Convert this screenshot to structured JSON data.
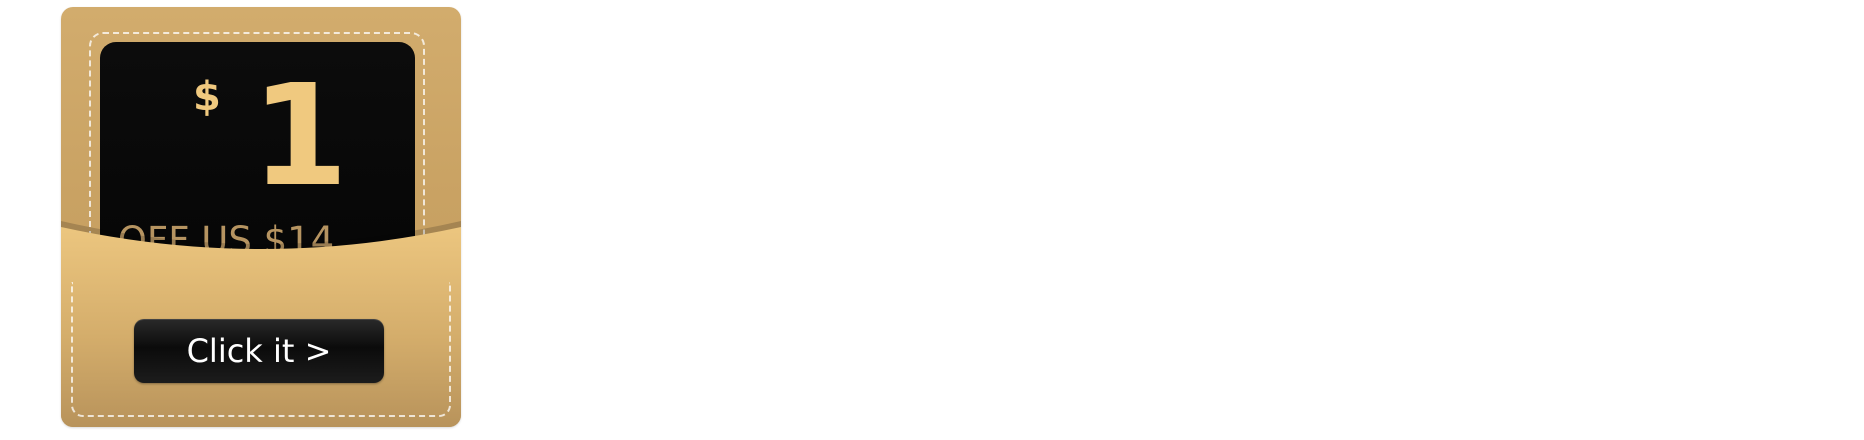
{
  "coupon": {
    "currency_symbol": "$",
    "amount": "1",
    "condition_text": "OFF US $14",
    "button_label": "Click it >"
  },
  "colors": {
    "gold": "#c9a263",
    "gold_light": "#ecc67f",
    "dark": "#050505",
    "amount_gold": "#f0c97f",
    "muted_gold_text": "#b69461"
  }
}
